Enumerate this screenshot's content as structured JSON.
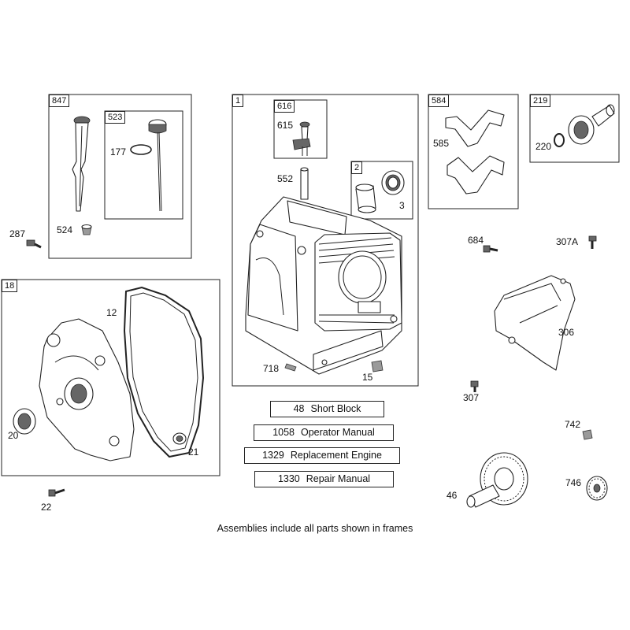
{
  "frames": {
    "f847": "847",
    "f523": "523",
    "f1": "1",
    "f616": "616",
    "f2": "2",
    "f584": "584",
    "f219": "219",
    "f18": "18"
  },
  "labels": {
    "p177": "177",
    "p524": "524",
    "p287": "287",
    "p615": "615",
    "p552": "552",
    "p3": "3",
    "p585": "585",
    "p220": "220",
    "p684": "684",
    "p307A": "307A",
    "p306": "306",
    "p307": "307",
    "p12": "12",
    "p20": "20",
    "p21": "21",
    "p22": "22",
    "p718": "718",
    "p15": "15",
    "p742": "742",
    "p746": "746",
    "p46": "46"
  },
  "kits": [
    {
      "num": "48",
      "name": "Short Block"
    },
    {
      "num": "1058",
      "name": "Operator Manual"
    },
    {
      "num": "1329",
      "name": "Replacement Engine"
    },
    {
      "num": "1330",
      "name": "Repair Manual"
    }
  ],
  "caption": "Assemblies include all parts shown in frames"
}
